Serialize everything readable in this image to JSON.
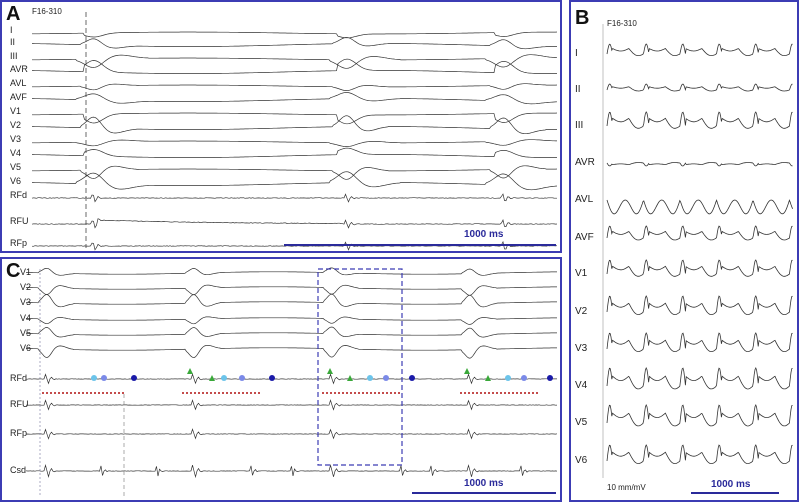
{
  "colors": {
    "frame": "#3c3cb4",
    "trace": "#333333",
    "scale_bar": "#2a2a9a",
    "highlight_box": "#3c3cb4",
    "marker_green": "#3aa83a",
    "marker_light_blue": "#6cc4ea",
    "marker_mid_blue": "#7b8ae8",
    "marker_dark_blue": "#1a1aa8",
    "dotted_red": "#b01010"
  },
  "panel_a": {
    "letter": "A",
    "recording_id": "F16-310",
    "leads": [
      "I",
      "II",
      "III",
      "AVR",
      "AVL",
      "AVF",
      "V1",
      "V2",
      "V3",
      "V4",
      "V5",
      "V6",
      "RFd",
      "RFU",
      "RFp"
    ],
    "scale_label": "1000 ms"
  },
  "panel_b": {
    "letter": "B",
    "recording_id": "F16-310",
    "leads": [
      "I",
      "II",
      "III",
      "AVR",
      "AVL",
      "AVF",
      "V1",
      "V2",
      "V3",
      "V4",
      "V5",
      "V6"
    ],
    "gain_label": "10 mm/mV",
    "scale_label": "1000 ms"
  },
  "panel_c": {
    "letter": "C",
    "leads": [
      "V1",
      "V2",
      "V3",
      "V4",
      "V5",
      "V6",
      "RFd",
      "RFU",
      "RFp",
      "Csd"
    ],
    "scale_label": "1000 ms"
  },
  "chart_data": [
    {
      "type": "line",
      "panel": "A",
      "title": "F16-310",
      "series": [
        {
          "name": "I"
        },
        {
          "name": "II"
        },
        {
          "name": "III"
        },
        {
          "name": "AVR"
        },
        {
          "name": "AVL"
        },
        {
          "name": "AVF"
        },
        {
          "name": "V1"
        },
        {
          "name": "V2"
        },
        {
          "name": "V3"
        },
        {
          "name": "V4"
        },
        {
          "name": "V5"
        },
        {
          "name": "V6"
        },
        {
          "name": "RFd"
        },
        {
          "name": "RFU"
        },
        {
          "name": "RFp"
        }
      ],
      "scale_bar": "1000 ms"
    },
    {
      "type": "line",
      "panel": "B",
      "title": "F16-310",
      "series": [
        {
          "name": "I"
        },
        {
          "name": "II"
        },
        {
          "name": "III"
        },
        {
          "name": "AVR"
        },
        {
          "name": "AVL"
        },
        {
          "name": "AVF"
        },
        {
          "name": "V1"
        },
        {
          "name": "V2"
        },
        {
          "name": "V3"
        },
        {
          "name": "V4"
        },
        {
          "name": "V5"
        },
        {
          "name": "V6"
        }
      ],
      "gain": "10 mm/mV",
      "scale_bar": "1000 ms"
    },
    {
      "type": "line",
      "panel": "C",
      "series": [
        {
          "name": "V1"
        },
        {
          "name": "V2"
        },
        {
          "name": "V3"
        },
        {
          "name": "V4"
        },
        {
          "name": "V5"
        },
        {
          "name": "V6"
        },
        {
          "name": "RFd"
        },
        {
          "name": "RFU"
        },
        {
          "name": "RFp"
        },
        {
          "name": "Csd"
        }
      ],
      "scale_bar": "1000 ms"
    }
  ]
}
